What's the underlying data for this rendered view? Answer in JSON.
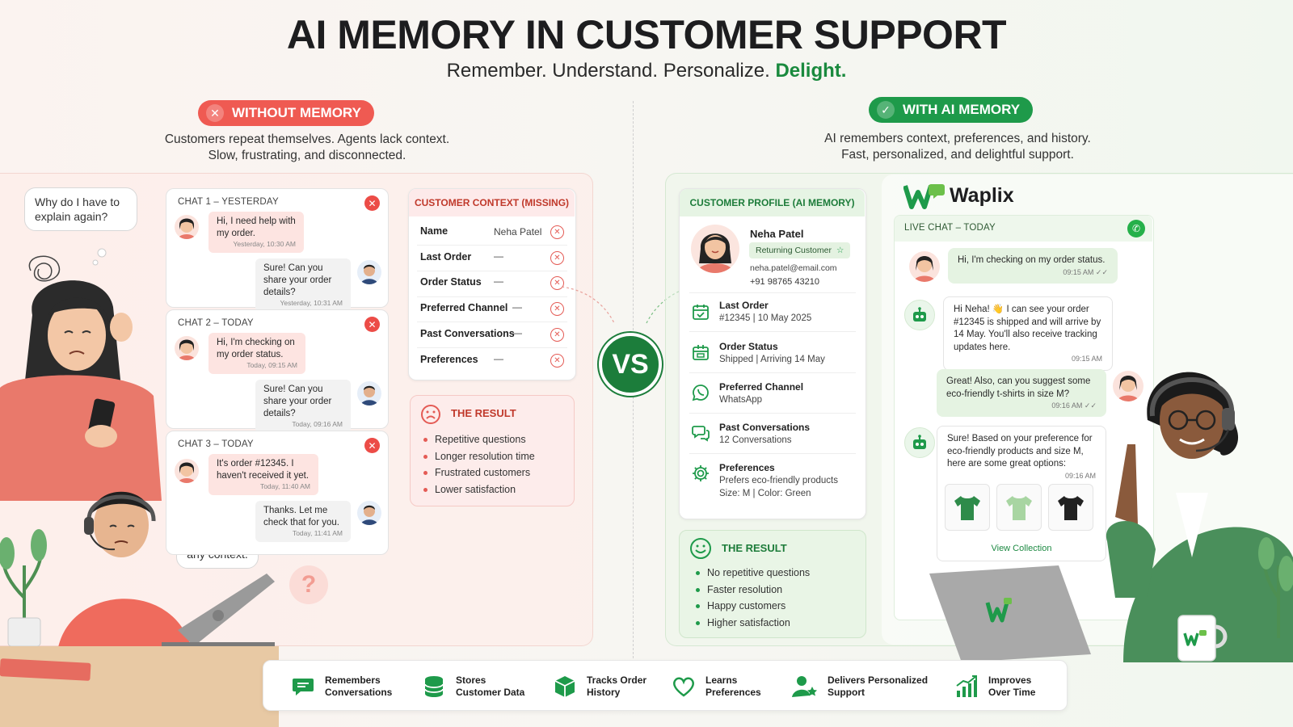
{
  "header": {
    "title": "AI MEMORY IN CUSTOMER SUPPORT",
    "subtitle_main": "Remember. Understand. Personalize.",
    "subtitle_accent": "Delight."
  },
  "without": {
    "pill": "WITHOUT MEMORY",
    "desc_line1": "Customers repeat themselves. Agents lack context.",
    "desc_line2": "Slow, frustrating, and disconnected.",
    "customer_thought": "Why do I have to explain again?",
    "agent_thought": "I don't have any context.",
    "chats": [
      {
        "header": "CHAT 1 – YESTERDAY",
        "customer_msg": "Hi, I need help with my order.",
        "customer_time": "Yesterday, 10:30 AM",
        "agent_msg": "Sure! Can you share your order details?",
        "agent_time": "Yesterday, 10:31 AM"
      },
      {
        "header": "CHAT 2 – TODAY",
        "customer_msg": "Hi, I'm checking on my order status.",
        "customer_time": "Today, 09:15 AM",
        "agent_msg": "Sure! Can you share your order details?",
        "agent_time": "Today, 09:16 AM"
      },
      {
        "header": "CHAT 3 – TODAY",
        "customer_msg": "It's order #12345. I haven't received it yet.",
        "customer_time": "Today, 11:40 AM",
        "agent_msg": "Thanks. Let me check that for you.",
        "agent_time": "Today, 11:41 AM"
      }
    ],
    "context": {
      "title": "CUSTOMER CONTEXT (MISSING)",
      "rows": [
        {
          "label": "Name",
          "value": "Neha Patel"
        },
        {
          "label": "Last Order",
          "value": "—"
        },
        {
          "label": "Order Status",
          "value": "—"
        },
        {
          "label": "Preferred Channel",
          "value": "—"
        },
        {
          "label": "Past Conversations",
          "value": "—"
        },
        {
          "label": "Preferences",
          "value": "—"
        }
      ]
    },
    "result": {
      "title": "THE RESULT",
      "items": [
        "Repetitive questions",
        "Longer resolution time",
        "Frustrated customers",
        "Lower satisfaction"
      ]
    }
  },
  "vs": "VS",
  "with": {
    "pill": "WITH AI MEMORY",
    "desc_line1": "AI remembers context, preferences, and history.",
    "desc_line2": "Fast, personalized, and delightful support.",
    "profile": {
      "title": "CUSTOMER PROFILE (AI MEMORY)",
      "name": "Neha Patel",
      "badge": "Returning Customer",
      "email": "neha.patel@email.com",
      "phone": "+91 98765 43210",
      "rows": [
        {
          "label": "Last Order",
          "value": "#12345  |  10 May 2025",
          "icon": "calendar-icon"
        },
        {
          "label": "Order Status",
          "value": "Shipped  |  Arriving 14 May",
          "icon": "package-icon"
        },
        {
          "label": "Preferred Channel",
          "value": "WhatsApp",
          "icon": "whatsapp-icon"
        },
        {
          "label": "Past Conversations",
          "value": "12 Conversations",
          "icon": "chat-bubbles-icon"
        },
        {
          "label": "Preferences",
          "value": "Prefers eco-friendly products",
          "value2": "Size: M  |  Color: Green",
          "icon": "gear-icon"
        }
      ]
    },
    "result": {
      "title": "THE RESULT",
      "items": [
        "No repetitive questions",
        "Faster resolution",
        "Happy customers",
        "Higher satisfaction"
      ]
    },
    "brand": "Waplix",
    "live_chat": {
      "header": "LIVE CHAT – TODAY",
      "m1": "Hi, I'm checking on my order status.",
      "m1_time": "09:15 AM",
      "m2": "Hi Neha! 👋 I can see your order #12345 is shipped and will arrive by 14 May. You'll also receive tracking updates here.",
      "m2_time": "09:15 AM",
      "m3": "Great! Also, can you suggest some eco-friendly t-shirts in size M?",
      "m3_time": "09:16 AM",
      "m4": "Sure! Based on your preference for eco-friendly products and size M, here are some great options:",
      "m4_time": "09:16 AM",
      "link": "View Collection"
    }
  },
  "features": [
    {
      "l1": "Remembers",
      "l2": "Conversations",
      "icon": "chat-icon"
    },
    {
      "l1": "Stores",
      "l2": "Customer Data",
      "icon": "database-icon"
    },
    {
      "l1": "Tracks Order",
      "l2": "History",
      "icon": "box-icon"
    },
    {
      "l1": "Learns",
      "l2": "Preferences",
      "icon": "heart-icon"
    },
    {
      "l1": "Delivers Personalized",
      "l2": "Support",
      "icon": "user-star-icon"
    },
    {
      "l1": "Improves",
      "l2": "Over Time",
      "icon": "growth-chart-icon"
    }
  ],
  "colors": {
    "red": "#ef5a52",
    "green": "#1e9a4a",
    "dark": "#1d1d1f"
  }
}
